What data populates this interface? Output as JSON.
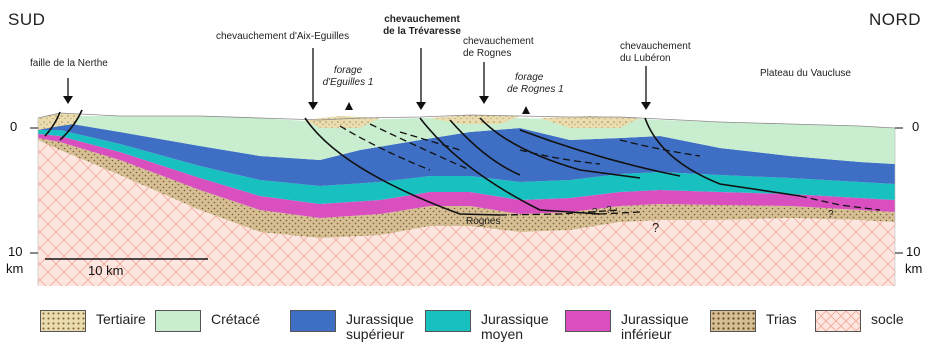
{
  "directions": {
    "south": "SUD",
    "north": "NORD"
  },
  "labels": {
    "nerthe": "faille de la Nerthe",
    "aix": "chevauchement d'Aix-Eguilles",
    "forage_eguilles_1": "forage",
    "forage_eguilles_2": "d'Eguilles 1",
    "trevaresse_1": "chevauchement",
    "trevaresse_2": "de la Trévaresse",
    "rognes_1": "chevauchement",
    "rognes_2": "de Rognes",
    "forage_rognes_1": "forage",
    "forage_rognes_2": "de Rognes 1",
    "luberon_1": "chevauchement",
    "luberon_2": "du Lubéron",
    "vaucluse": "Plateau du Vaucluse",
    "rognes_bottom": "Rognes",
    "question_1": "?",
    "question_2": "?",
    "question_3": "?",
    "question_4": "?"
  },
  "depth_axis": {
    "left_top": "0",
    "left_bottom": "10",
    "left_unit": "km",
    "right_top": "0",
    "right_bottom": "10",
    "right_unit": "km"
  },
  "scale_bar": {
    "label": "10 km"
  },
  "legend": [
    {
      "label": "Tertiaire",
      "color": "#eadcae",
      "pattern": "dots"
    },
    {
      "label": "Crétacé",
      "color": "#c9eecf",
      "pattern": "none"
    },
    {
      "label": "Jurassique supérieur",
      "color": "#3f6fc4",
      "pattern": "none"
    },
    {
      "label": "Jurassique moyen",
      "color": "#19c0c0",
      "pattern": "none"
    },
    {
      "label": "Jurassique inférieur",
      "color": "#d94fc0",
      "pattern": "none"
    },
    {
      "label": "Trias",
      "color": "#d6bf95",
      "pattern": "dots"
    },
    {
      "label": "socle",
      "color": "#fde6df",
      "pattern": "cross"
    }
  ],
  "colors": {
    "tertiaire": "#eadcae",
    "cretace": "#c9eecf",
    "jurassique_superieur": "#3f6fc4",
    "jurassique_moyen": "#19c0c0",
    "jurassique_inferieur": "#d94fc0",
    "trias": "#d6bf95",
    "socle": "#fde6df"
  }
}
